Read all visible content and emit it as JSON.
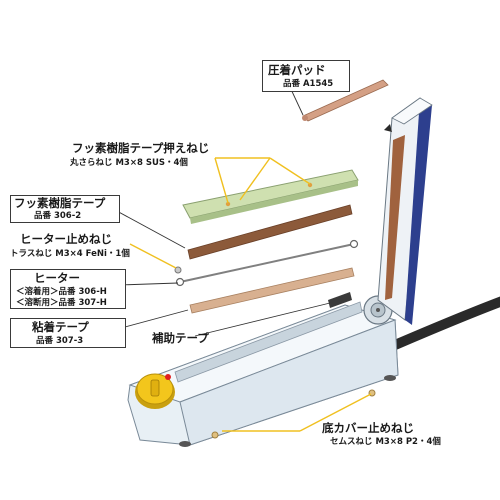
{
  "labels": {
    "pad": {
      "title": "圧着パッド",
      "part": "品番 A1545"
    },
    "screw_fluoro": {
      "title": "フッ素樹脂テープ押えねじ",
      "spec": "丸さらねじ M3×8 SUS・4個"
    },
    "fluoro_tape": {
      "title": "フッ素樹脂テープ",
      "part": "品番 306-2"
    },
    "heater_screw": {
      "title": "ヒーター止めねじ",
      "spec": "トラスねじ M3×4 FeNi・1個"
    },
    "heater": {
      "title": "ヒーター",
      "line1": "＜溶着用＞品番 306-H",
      "line2": "＜溶断用＞品番 307-H"
    },
    "adhesive_tape": {
      "title": "粘着テープ",
      "part": "品番 307-3"
    },
    "aux_tape": {
      "title": "補助テープ"
    },
    "bottom_screw": {
      "title": "底カバー止めねじ",
      "spec": "セムスねじ M3×8 P2・4個"
    }
  },
  "colors": {
    "body": "#e8f0f5",
    "lid_edge": "#2d3f8e",
    "pad": "#d4a085",
    "fluoro_cover": "#cfe0b0",
    "fluoro_tape": "#8c5a3a",
    "heater_wire": "#808080",
    "adhesive_tape": "#d8b090",
    "leader_line": "#f0c020",
    "dial": "#f3c61c"
  }
}
